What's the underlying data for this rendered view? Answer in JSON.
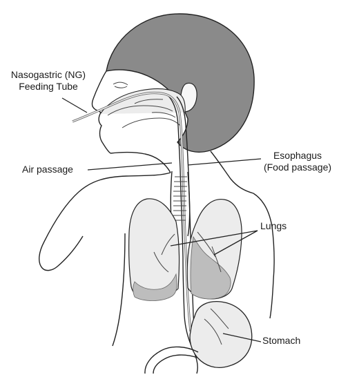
{
  "labels": {
    "ng_tube_line1": "Nasogastric (NG)",
    "ng_tube_line2": "Feeding Tube",
    "air_passage": "Air passage",
    "esophagus_line1": "Esophagus",
    "esophagus_line2": "(Food passage)",
    "lungs": "Lungs",
    "stomach": "Stomach"
  },
  "colors": {
    "hair": "#8a8a8a",
    "organ_fill": "#ebebeb",
    "organ_shadow": "#b5b5b5",
    "outline": "#222222"
  }
}
